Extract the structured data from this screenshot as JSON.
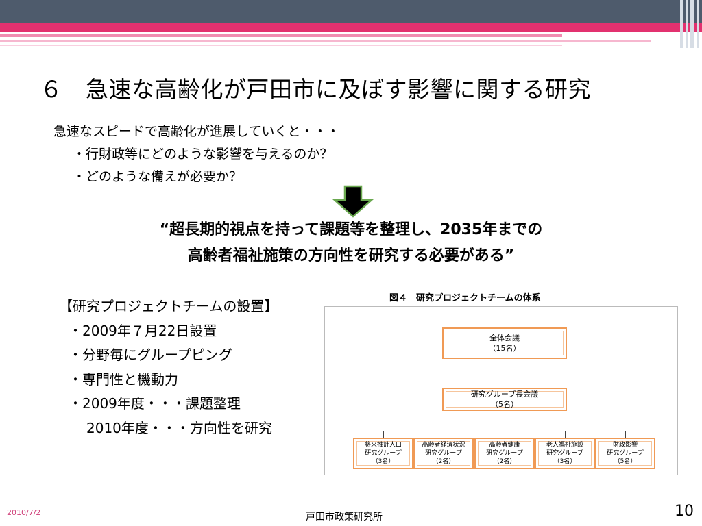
{
  "slide": {
    "title": "６　急速な高齢化が戸田市に及ぼす影響に関する研究",
    "intro": {
      "line1": "急速なスピードで高齢化が進展していくと・・・",
      "line2": "・行財政等にどのような影響を与えるのか？",
      "line3": "・どのような備えが必要か？"
    },
    "quote": {
      "line1": "“超長期的視点を持って課題等を整理し、2035年までの",
      "line2": "高齢者福祉施策の方向性を研究する必要がある”"
    },
    "setup": {
      "heading": "【研究プロジェクトチームの設置】",
      "item1": "・2009年７月22日設置",
      "item2": "・分野毎にグループピング",
      "item3": "・専門性と機動力",
      "item4": "・2009年度・・・課題整理",
      "item4_cont": "2010年度・・・方向性を研究"
    },
    "figure": {
      "caption": "図４　研究プロジェクトチームの体系",
      "top": {
        "name": "全体会議",
        "count": "（15名）"
      },
      "middle": {
        "name": "研究グループ長会議",
        "count": "（5名）"
      },
      "groups": [
        {
          "line1": "将来推計人口",
          "line2": "研究グループ",
          "count": "（3名）"
        },
        {
          "line1": "高齢者経済状況",
          "line2": "研究グループ",
          "count": "（2名）"
        },
        {
          "line1": "高齢者健康",
          "line2": "研究グループ",
          "count": "（2名）"
        },
        {
          "line1": "老人福祉施設",
          "line2": "研究グループ",
          "count": "（3名）"
        },
        {
          "line1": "財政影響",
          "line2": "研究グループ",
          "count": "（5名）"
        }
      ],
      "border_color": "#f09a55"
    },
    "footer": {
      "date": "2010/7/2",
      "organization": "戸田市政策研究所",
      "page_number": "10"
    },
    "colors": {
      "header_dark": "#4e5b6c",
      "header_accent": "#e2316f",
      "arrow_fill": "#000000",
      "arrow_outline": "#6aa84f"
    },
    "icons": {
      "arrow": "down-arrow-icon"
    }
  }
}
